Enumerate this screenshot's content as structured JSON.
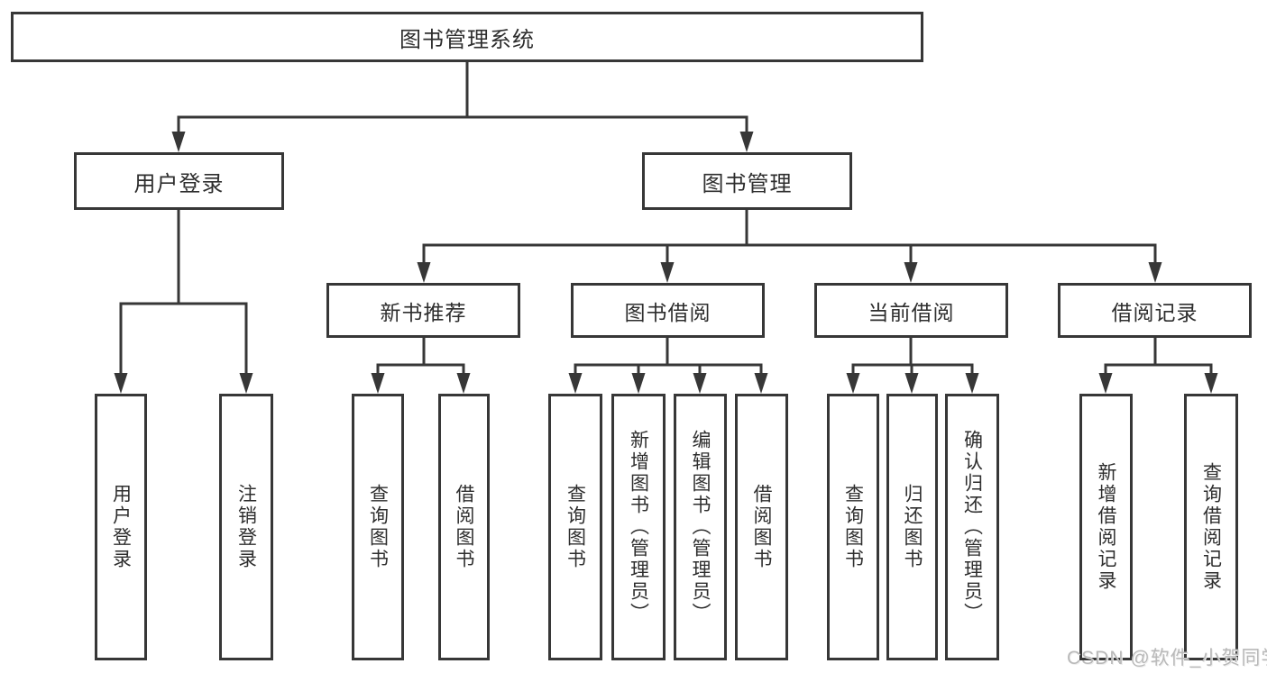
{
  "tree": {
    "root": {
      "label": "图书管理系统"
    },
    "branches": [
      {
        "label": "用户登录",
        "leaves": [
          "用户登录",
          "注销登录"
        ]
      },
      {
        "label": "图书管理",
        "groups": [
          {
            "label": "新书推荐",
            "leaves": [
              "查询图书",
              "借阅图书"
            ]
          },
          {
            "label": "图书借阅",
            "leaves": [
              "查询图书",
              "新增图书（管理员）",
              "编辑图书（管理员）",
              "借阅图书"
            ]
          },
          {
            "label": "当前借阅",
            "leaves": [
              "查询图书",
              "归还图书",
              "确认归还（管理员）"
            ]
          },
          {
            "label": "借阅记录",
            "leaves": [
              "新增借阅记录",
              "查询借阅记录"
            ]
          }
        ]
      }
    ]
  },
  "watermark": "CSDN @软件_小贺同学",
  "colors": {
    "line": "#373737",
    "text": "#2e2e2e",
    "watermark": "#b9b9b9",
    "background": "#ffffff"
  }
}
